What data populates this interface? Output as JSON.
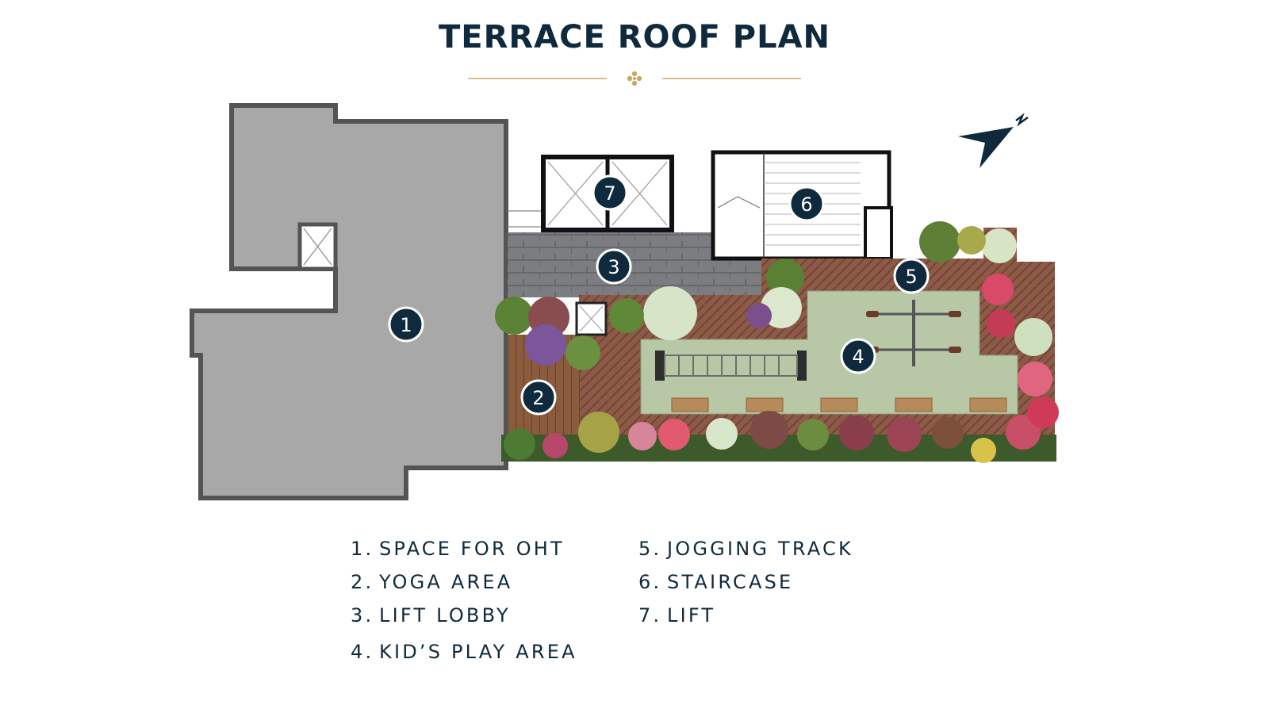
{
  "title": "TERRACE ROOF PLAN",
  "markers": [
    {
      "id": "marker-1",
      "label": "1"
    },
    {
      "id": "marker-2",
      "label": "2"
    },
    {
      "id": "marker-3",
      "label": "3"
    },
    {
      "id": "marker-4",
      "label": "4"
    },
    {
      "id": "marker-5",
      "label": "5"
    },
    {
      "id": "marker-6",
      "label": "6"
    },
    {
      "id": "marker-7",
      "label": "7"
    }
  ],
  "north_label": "N",
  "legend": [
    {
      "num": "1.",
      "text": "SPACE FOR OHT"
    },
    {
      "num": "2.",
      "text": "YOGA AREA"
    },
    {
      "num": "3.",
      "text": "LIFT LOBBY"
    },
    {
      "num": "4.",
      "text": "KID’S PLAY AREA"
    },
    {
      "num": "5.",
      "text": "JOGGING TRACK"
    },
    {
      "num": "6.",
      "text": "STAIRCASE"
    },
    {
      "num": "7.",
      "text": "LIFT"
    }
  ],
  "colors": {
    "navy": "#0f2a3d",
    "gold": "#c8a868",
    "oht_gray": "#a8a8a8",
    "wall": "#545454",
    "brick": "#8e5a48",
    "lobby": "#7b7d80",
    "lawn": "#b8c7a5",
    "deck": "#8a5b3c",
    "bench": "#b78a5a"
  }
}
